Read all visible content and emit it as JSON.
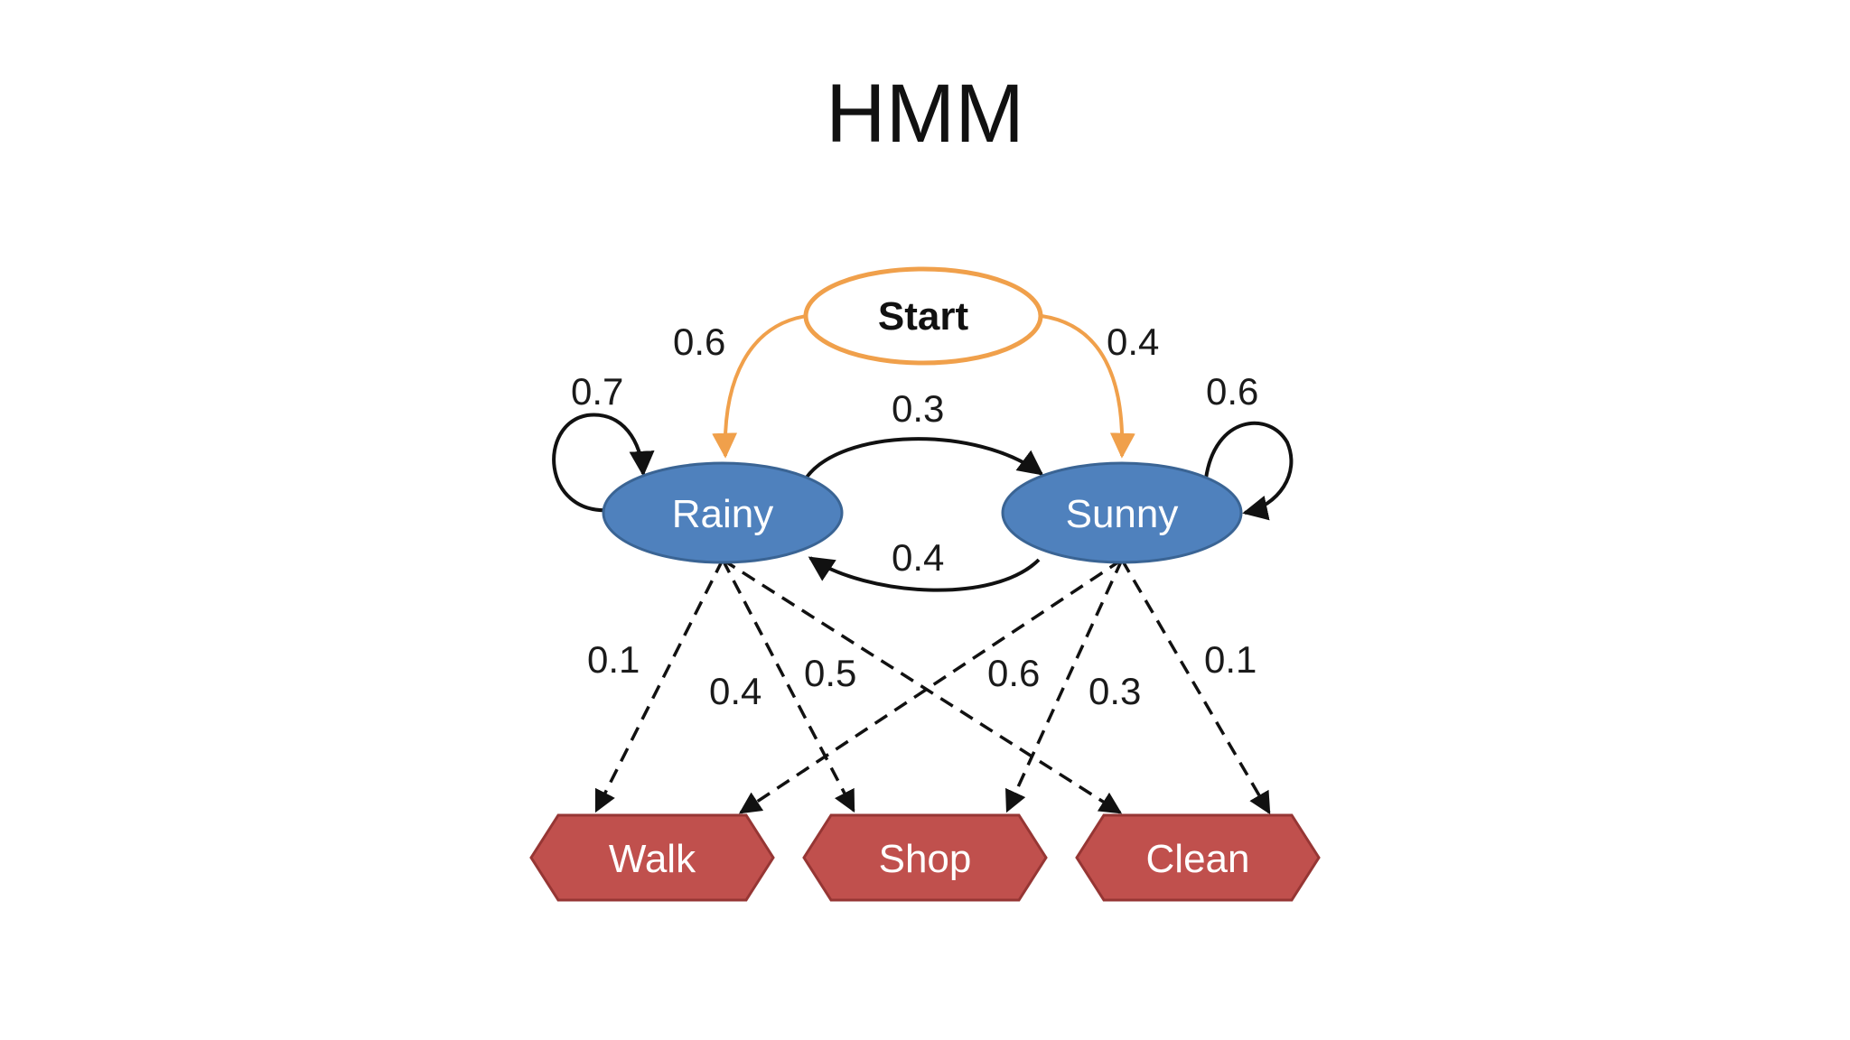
{
  "title": "HMM",
  "colors": {
    "start_stroke": "#f0a04b",
    "start_fill": "#ffffff",
    "hidden_fill": "#4f81bd",
    "hidden_stroke": "#3a6494",
    "obs_fill": "#c0504d",
    "obs_stroke": "#963634",
    "arrow": "#111111",
    "start_arrow": "#f0a04b"
  },
  "nodes": {
    "start": "Start",
    "rainy": "Rainy",
    "sunny": "Sunny",
    "walk": "Walk",
    "shop": "Shop",
    "clean": "Clean"
  },
  "start_probabilities": {
    "rainy": "0.6",
    "sunny": "0.4"
  },
  "transition_probabilities": {
    "rainy_rainy": "0.7",
    "rainy_sunny": "0.3",
    "sunny_rainy": "0.4",
    "sunny_sunny": "0.6"
  },
  "emission_probabilities": {
    "rainy_walk": "0.1",
    "rainy_shop": "0.4",
    "rainy_clean": "0.5",
    "sunny_walk": "0.6",
    "sunny_shop": "0.3",
    "sunny_clean": "0.1"
  }
}
